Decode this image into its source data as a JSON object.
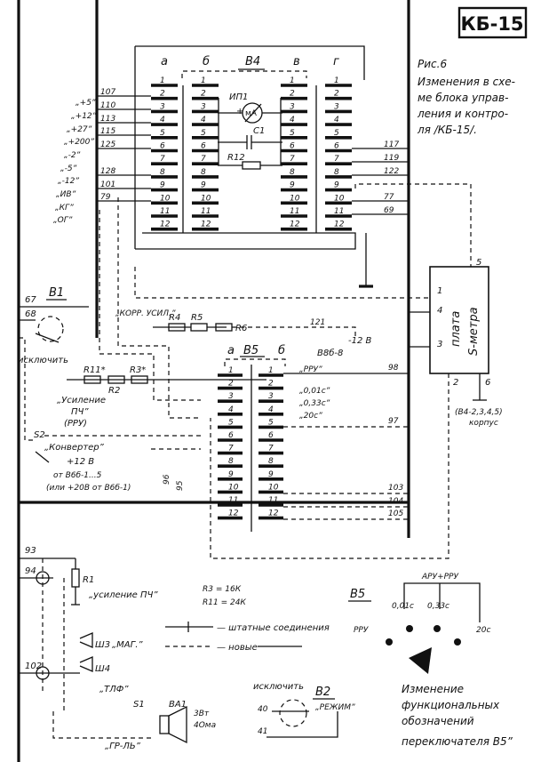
{
  "badge": "КБ-15",
  "caption": [
    "Рис.6",
    "Изменения в схе-",
    "ме блока управ-",
    "ления и контро-",
    "ля /КБ-15/."
  ],
  "b4": {
    "title": "В4",
    "cols": [
      "а",
      "б",
      "в",
      "г"
    ],
    "pins": [
      "1",
      "2",
      "3",
      "4",
      "5",
      "6",
      "7",
      "8",
      "9",
      "10",
      "11",
      "12"
    ],
    "meter": "ИП1",
    "meter_sym": "мА",
    "cap": "С1",
    "res": "R12"
  },
  "left_wires": [
    "107",
    "110",
    "113",
    "115",
    "125",
    "128",
    "101",
    "79"
  ],
  "signals": [
    "„+5”",
    "„+12”",
    "„+27”",
    "„+200”",
    "„-2”",
    "„-5”",
    "„-12”",
    "„ИВ”",
    "„КГ”",
    "„ОГ”"
  ],
  "right_wires": [
    "117",
    "119",
    "122",
    "77",
    "69"
  ],
  "b1": {
    "title": "В1",
    "wire_a": "67",
    "wire_b": "68",
    "label": "исключить"
  },
  "korr": "„КОРР. УСИЛ.”",
  "res_names": [
    "R4",
    "R5",
    "R6",
    "R11*",
    "R2",
    "R3*"
  ],
  "usil": [
    "„Усиление",
    "ПЧ”",
    "(РРУ)"
  ],
  "s2": {
    "name": "S2",
    "label": "„Конвертер”",
    "plus": "+12 В",
    "src1": "от В6б-1...5",
    "src2": "(или +20В от В6б-1)"
  },
  "w121": "121",
  "minus12": "-12 В",
  "v8b": "В8б-8",
  "b5": {
    "title": "В5",
    "cols": [
      "а",
      "б"
    ],
    "pins": [
      "1",
      "2",
      "3",
      "4",
      "5",
      "6",
      "7",
      "8",
      "9",
      "10",
      "11",
      "12"
    ],
    "rru": "„РРУ”",
    "t1": "„0,01с”",
    "t2": "„0,33с”",
    "t3": "„20с”"
  },
  "b5_wires": [
    "98",
    "97",
    "103",
    "104",
    "105",
    "95",
    "96"
  ],
  "smeter": {
    "title": "плата",
    "subtitle": "S-метра",
    "pins": [
      "1",
      "4",
      "3",
      "2",
      "5",
      "6"
    ],
    "note": "(В4-2,3,4,5)",
    "korpus": "корпус"
  },
  "bottom_wires": [
    "93",
    "94",
    "102"
  ],
  "r1": "R1",
  "usil_pch": "„усиление ПЧ”",
  "r_values": [
    "R3 = 16К",
    "R11 = 24К"
  ],
  "legend": [
    "— штатные соединения",
    "— новые"
  ],
  "jacks": [
    "Ш3",
    "„МАГ.”",
    "Ш4",
    "„ТЛФ”"
  ],
  "speaker": {
    "s1": "S1",
    "ba1": "ВА1",
    "spec1": "3Вт",
    "spec2": "4Ома",
    "label": "„ГР-ЛЬ”"
  },
  "b2": {
    "title": "В2",
    "label": "исключить",
    "wire_a": "40",
    "wire_b": "41",
    "mode": "„РЕЖИМ”"
  },
  "switch_b5": {
    "title": "В5",
    "top": "АРУ+РРУ",
    "positions": [
      "РРУ",
      "0,01с",
      "0,33с",
      "20с"
    ],
    "note": [
      "Изменение",
      "функциональных",
      "обозначений",
      "переключателя В5”"
    ]
  }
}
